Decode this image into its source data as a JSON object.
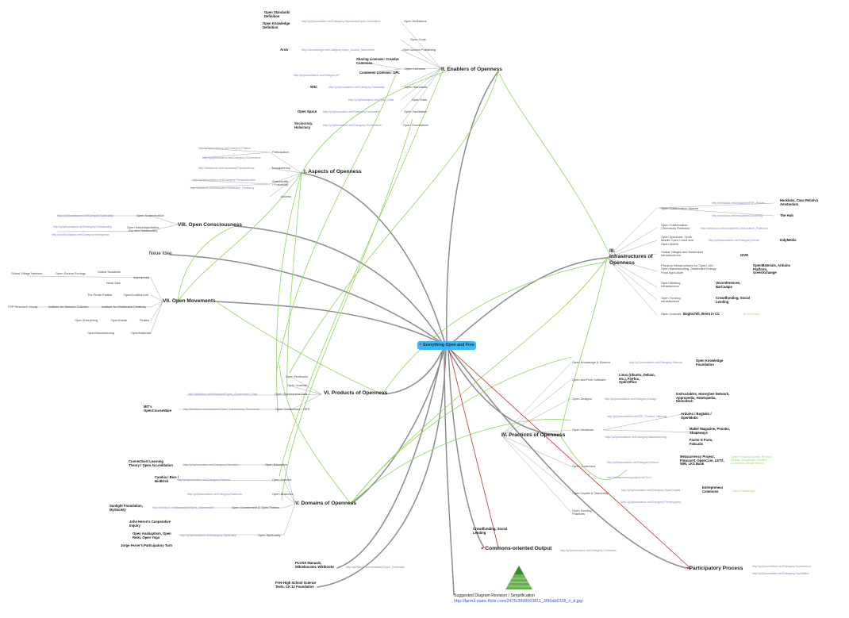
{
  "center": {
    "heart": "♥",
    "label": "Everything Open and Free"
  },
  "main": {
    "enablers": "II. Enablers of Openness",
    "aspects": "I. Aspects of Openness",
    "consciousness": "VIII. Open Consciousness",
    "movements": "VII. Open Movements",
    "products": "VI. Products of Openness",
    "domains": "V. Domains of Openness",
    "practices": "IV. Practices of Openness",
    "infra": [
      "III.",
      "Infrastructures of",
      "Openness"
    ],
    "commons": "Commons-oriented Output",
    "participatory": "Participatory Process",
    "neue": "Neue Idee",
    "heart": "♥"
  },
  "texts": {
    "t1": [
      "Open Standards",
      "Definition"
    ],
    "t2": [
      "Open Knowledge",
      "Definition"
    ],
    "t3": [
      "Open Definitions"
    ],
    "t4": [
      "Open Code"
    ],
    "t5": [
      "Arxiv"
    ],
    "t6": [
      "Open Access Publishing"
    ],
    "t7": [
      "Sharing Licenses: Creative",
      "Commons"
    ],
    "t8": [
      "Commons Licenses: GPL"
    ],
    "t9": [
      "Open Licenses"
    ],
    "t10": [
      "W3C"
    ],
    "t11": [
      "Open Standards"
    ],
    "t12": [
      "Open Data"
    ],
    "t13": [
      "Open Space"
    ],
    "t14": [
      "Open Facilitation"
    ],
    "t15": [
      "Sociocracy,",
      "Holacracy"
    ],
    "t16": [
      "Open Governance"
    ],
    "t17": [
      "Participation"
    ],
    "t18": [
      "Transparency"
    ],
    "t19": [
      "Shareability",
      "/ Forkability"
    ],
    "t20": [
      "Access"
    ],
    "t21": [
      "Open Subjectivation"
    ],
    "t22": [
      "Open Intersubjectivities",
      "- the new Relationality"
    ],
    "t23": [
      "Global Village Network"
    ],
    "t24": [
      "Open Source Ecology"
    ],
    "t25": [
      "Global Swadeshi"
    ],
    "t26": [
      "Appropedia"
    ],
    "t27": [
      "Neue Idee"
    ],
    "t28": [
      "The Pirate Parties"
    ],
    "t29": [
      "OpenCoalition.net"
    ],
    "t30": [
      "P2P Research Group"
    ],
    "t31": [
      "Institute for Network Cultures"
    ],
    "t32": [
      "Institute for Distributed Creativity"
    ],
    "t33": [
      "Open Everything"
    ],
    "t34": [
      "OpenKollab"
    ],
    "t35": [
      "Pirates"
    ],
    "t36": [
      "OpenManufacturing"
    ],
    "t37": [
      "OpenMaterials"
    ],
    "t38": [
      "Open Textbooks"
    ],
    "t39": [
      "Open Journals"
    ],
    "t40": [
      "Open Government Data"
    ],
    "t41": [
      "MIT's",
      "OpenCourseWare"
    ],
    "t42": [
      "Open Courseware / OER"
    ],
    "t43": [
      "Connectivist Learning",
      "Theory / Open Accreditation"
    ],
    "t44": [
      "Open Education"
    ],
    "t45": [
      "Cambia / Bios /",
      "BioBrick"
    ],
    "t46": [
      "Open Science"
    ],
    "t47": [
      "Open Business"
    ],
    "t48": [
      "Sunlight Foundation,",
      "MySociety"
    ],
    "t49": [
      "Open Government & Open Politics"
    ],
    "t50": [
      "John Heron's Cooperative",
      "Inquiry"
    ],
    "t51": [
      "Open Anabaptism, Open",
      "Reiki, Open Yoga"
    ],
    "t52": [
      "Jorge Ferrer's Participatory Turn"
    ],
    "t53": [
      "Open Spirituality"
    ],
    "t54": [
      "PLOSS Manuals,",
      "Wikiebucator, Wikibooks"
    ],
    "t55": [
      "Free High School Science",
      "Texts, CK 12 Foundation"
    ],
    "t56": [
      "Open Collaborative Spaces"
    ],
    "t57": [
      "Hacklabs, Casa Relativa",
      "Amsterdam"
    ],
    "t58": [
      "The Hub"
    ],
    "t59": [
      "Open Collaboration",
      "(Technical) Platforms"
    ],
    "t60": [
      "Open Spectrum: Open",
      "Mobile Open Cloud and",
      "Open Mobile"
    ],
    "t61": [
      "IndyMedia"
    ],
    "t62": [
      "Global Villages and Networked",
      "Infrastructures"
    ],
    "t63": [
      "GIVE"
    ],
    "t64": [
      "Physical Infrastructures for 'Open' Life:",
      "Open Manufacturing, Distributed Energy,",
      "Food Agriculture"
    ],
    "t65": [
      "OpenMaterials, Arduino",
      "Platform,",
      "GreenXchange"
    ],
    "t66": [
      "Open Meeting",
      "Infrastructure"
    ],
    "t67": [
      "Unconferences,",
      "BarCamps"
    ],
    "t68": [
      "Open Funding",
      "Infrastructure"
    ],
    "t69": [
      "Crowdfunding, Social",
      "Lending"
    ],
    "t70": [
      "Open Journals"
    ],
    "t71": [
      "Bogtochtli, Brent in CC"
    ],
    "t72": [
      "Open Knowledge & Science"
    ],
    "t73": [
      "Open Knowledge",
      "Foundation"
    ],
    "t74": [
      "Open and Free Software"
    ],
    "t75": [
      "Linux (Ubuntu, Debian,",
      "etc.), Firefox,",
      "OpenOffice"
    ],
    "t76": [
      "Open Designs"
    ],
    "t77": [
      "Instructables, Honeybee Network,",
      "Appropedia, Howtopedia,",
      "Dennotech"
    ],
    "t78": [
      "Open Hardware"
    ],
    "t79": [
      "Arduino / Bugtabs /",
      "OpenMoko"
    ],
    "t80": [
      "Maker Magazine, Ponoko,",
      "Shapeways"
    ],
    "t81": [
      "Factor E Farm,",
      "FabLabs"
    ],
    "t82": [
      "Open Currencies"
    ],
    "t83": [
      "Metacurrency Project,",
      "Flowcurrt, OpenCoin, LETS,",
      "WIR, LKS Bank"
    ],
    "t84": [
      "Open Capital & Ownership"
    ],
    "t85": [
      "Entrepreneur",
      "Commons"
    ],
    "t86": [
      "Open Funding",
      "Practices"
    ],
    "t87": [
      "Crowdfunding, Social",
      "Lending"
    ],
    "t88": [
      "Suggested Diagram Revision / Simplification"
    ]
  },
  "urls": {
    "u1": "http://p2pfoundation.net/Category:Standards#Open Definitions",
    "u2": "http://oknowledge.net/Category:Open_Access_Movement",
    "u3": "http://p2pfoundation.net/Category:IP",
    "u4": "http://p2pfoundation.net/Category:Standards",
    "u5": "http://p2pfoundation.net/Open_Data",
    "u6": "http://p2pfoundation.net/Category:Facilitation",
    "u7": "http://p2pfoundation.net/Category:Governance",
    "u8": "http://p2pfoundation.net/Category:Politics",
    "u9": "http://p2pfoundation.net/Category:Governance",
    "u10": "http://deliciouss.net/mkuwaimi/Transparency",
    "u11": "http://p2pfoundation.net/Category:Peerproduction",
    "u12": "http://delicious.net/mkuwaimi/Shareable_Economy",
    "u13": "http://p2pfoundation.net/Category:Spirituality",
    "u14": "http://p2pfoundation.net/Category:Relationality",
    "u15": "http://p2pfoundation.net/Category:Intelligence",
    "u16": "http://delicious.net/mkuwaimi/Open_Government_Data",
    "u17": "http://delicious.net/mkuwaimi/Open_Educational_Resources",
    "u18": "http://p2pfoundation.net/Category:Education",
    "u19": "http://p2pfoundation.net/Category:Science",
    "u20": "http://p2pfoundation.net/Category:Business",
    "u21": "http://delicious.net/mkuwaimi/Open_Government",
    "u22": "http://p2pfoundation.net/Category:Spirituality",
    "u23": "http://delicious.net/mkuwaimi/Open_Textbooks",
    "u24": "http://delicious.net/mkuwaimi/P2P_Places",
    "u25": "http://delicious.net/mkuwaimi/Coworking",
    "u26": "http://delicious.net/mkuwaimi/Collaborative_Platforms",
    "u27": "http://p2pfoundation.net/Category:Media",
    "u28": "http://p2pfoundation.net/Category:Science",
    "u29": "http://p2pfoundation.net/Category:Design",
    "u30": "http://p2pfoundation.net/P2P_Product_Hacking",
    "u31": "http://p2pfoundation.net/Category:Manufacturing",
    "u32": "http://p2pfoundation.net/Category:Money",
    "u33": "http://metacurrencyproject.net/?p=1",
    "u34": "http://p2pfoundation.net/Category:OpenCapital",
    "u35": "http://p2pfoundation.net/Category:Peerproperty",
    "u36": "http://p2pfoundation.net/Category:Commons",
    "u37": "http://p2pfoundation.net/Category:Governance",
    "u38": "http://p2pfoundation.net/Category:Facilitation",
    "u39": "http://farm3.static.flickr.com/2475/3998063811_3f96ab6328_o_d.jpg"
  },
  "greens": {
    "g1": "Brent Evans",
    "g2": [
      "Open Products Market, Product",
      "Nebula, Asociacion Creative",
      "Commons, Infinite Nacion"
    ],
    "g3": "Value Exchanges"
  },
  "colors": {
    "grey": "#8c8c8c",
    "green": "#8fd45e",
    "red": "#cc2a2a",
    "center": "#3fb8f5"
  }
}
